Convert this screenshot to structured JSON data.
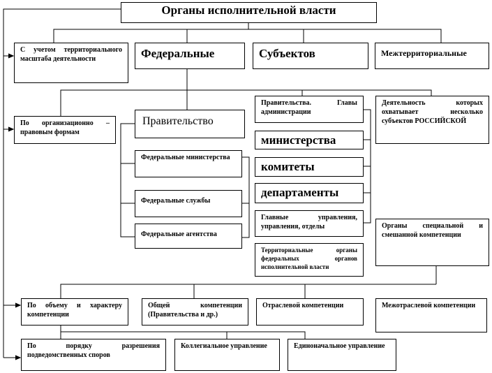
{
  "title": "Органы исполнительной власти",
  "row1": {
    "criterion": "С учетом территориального масштаба деятельности",
    "items": [
      "Федеральные",
      "Субъектов",
      "Межтерриториальные"
    ]
  },
  "row2": {
    "criterion": "По организационно – правовым формам",
    "federal": [
      "Правительство",
      "Федеральные министерства",
      "Федеральные службы",
      "Федеральные агентства"
    ],
    "subjects": [
      "Правительства. Главы администрации",
      "министерства",
      "комитеты",
      "департаменты",
      "Главные управления, управления, отделы",
      "Территориальные органы федеральных органов исполнительной власти"
    ],
    "interterritorial": "Деятельность которых охватывает несколько субъектов РОССИЙСКОЙ",
    "special": "Органы специальной и смешанной компетенции"
  },
  "row3": {
    "criterion": "По объему и характеру компетенции",
    "items": [
      "Общей компетенции (Правительства и др.)",
      "Отраслевой компетенции",
      "Межотраслевой компетенции"
    ]
  },
  "row4": {
    "criterion": "По порядку разрешения подведомственных споров",
    "items": [
      "Коллегиальное управление",
      "Единоначальное управление"
    ]
  }
}
